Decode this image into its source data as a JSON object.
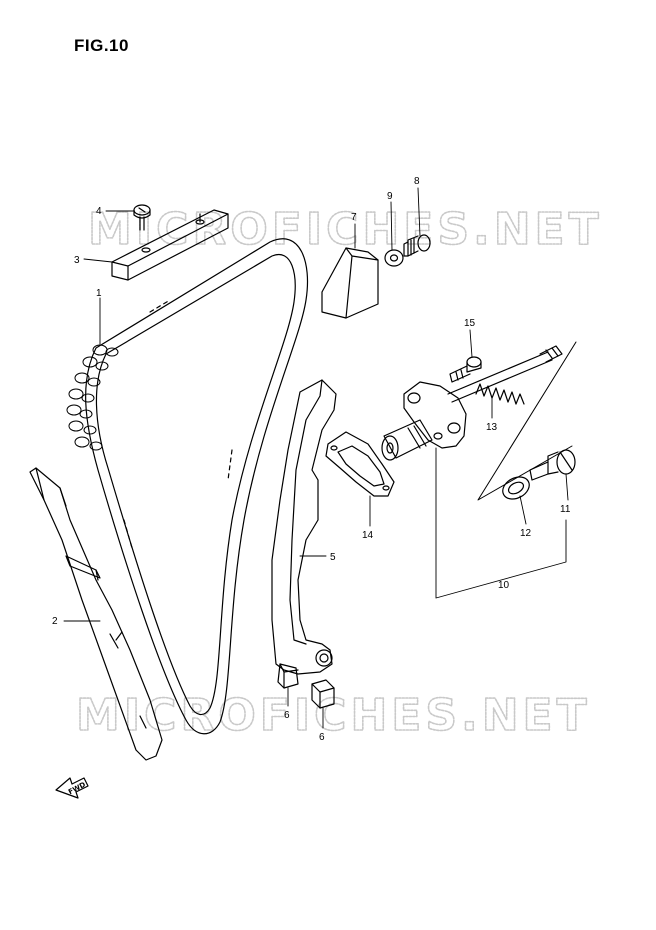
{
  "figure": {
    "title": "FIG.10"
  },
  "watermark": {
    "text": "MICROFICHES.NET"
  },
  "fwd_badge": {
    "text": "FWD"
  },
  "callouts": [
    {
      "id": "1",
      "label": "1"
    },
    {
      "id": "2",
      "label": "2"
    },
    {
      "id": "3",
      "label": "3"
    },
    {
      "id": "4",
      "label": "4"
    },
    {
      "id": "5",
      "label": "5"
    },
    {
      "id": "6a",
      "label": "6"
    },
    {
      "id": "6b",
      "label": "6"
    },
    {
      "id": "7",
      "label": "7"
    },
    {
      "id": "8",
      "label": "8"
    },
    {
      "id": "9",
      "label": "9"
    },
    {
      "id": "10",
      "label": "10"
    },
    {
      "id": "11",
      "label": "11"
    },
    {
      "id": "12",
      "label": "12"
    },
    {
      "id": "13",
      "label": "13"
    },
    {
      "id": "14",
      "label": "14"
    },
    {
      "id": "15",
      "label": "15"
    }
  ]
}
